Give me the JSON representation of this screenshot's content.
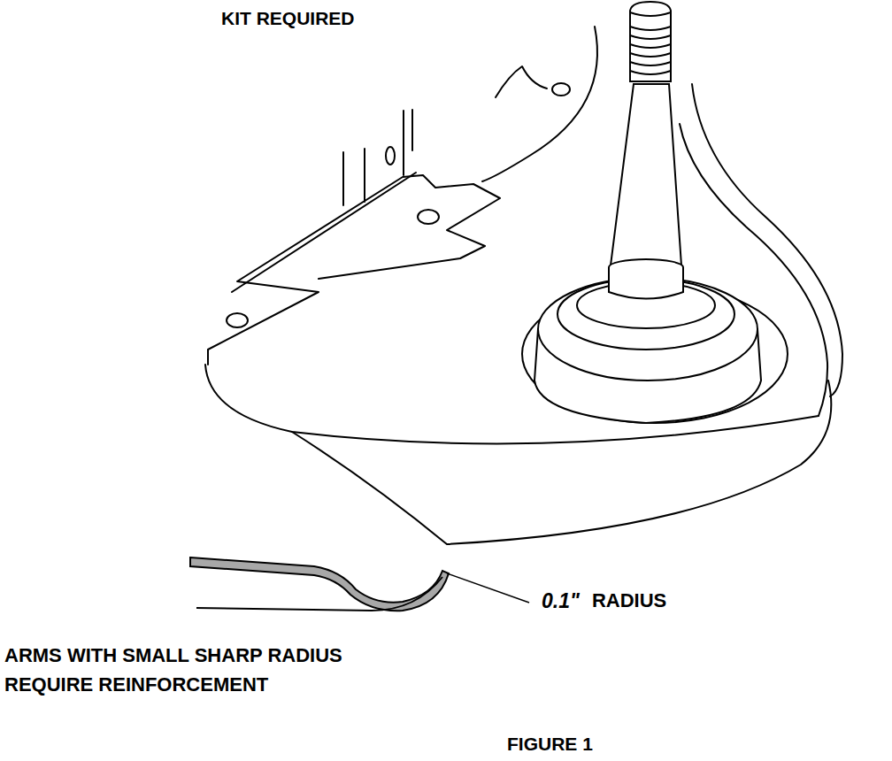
{
  "diagram": {
    "title": "KIT REQUIRED",
    "caption": "FIGURE 1",
    "labels": [
      "0.1\"",
      "RADIUS",
      "ARMS WITH SMALL SHARP RADIUS REQUIRE REINFORCEMENT"
    ]
  }
}
